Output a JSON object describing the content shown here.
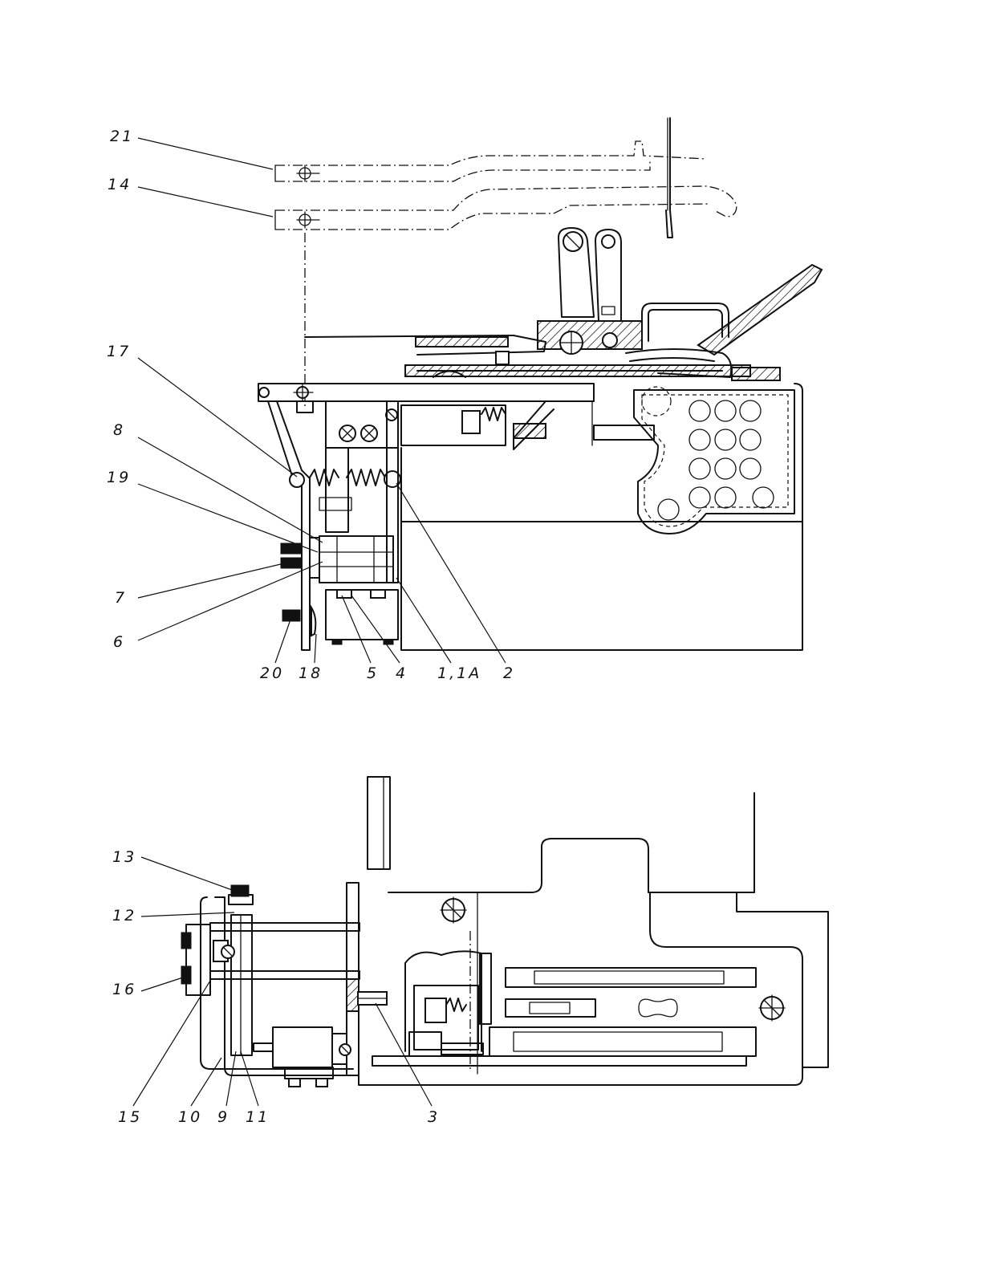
{
  "callouts": {
    "c21": "21",
    "c14": "14",
    "c17": "17",
    "c8": "8",
    "c19": "19",
    "c7": "7",
    "c6": "6",
    "c20": "20",
    "c18": "18",
    "c5": "5",
    "c4": "4",
    "c1_1a": "1,1A",
    "c2": "2",
    "c13": "13",
    "c12": "12",
    "c16": "16",
    "c15": "15",
    "c10": "10",
    "c9": "9",
    "c11": "11",
    "c3": "3"
  }
}
